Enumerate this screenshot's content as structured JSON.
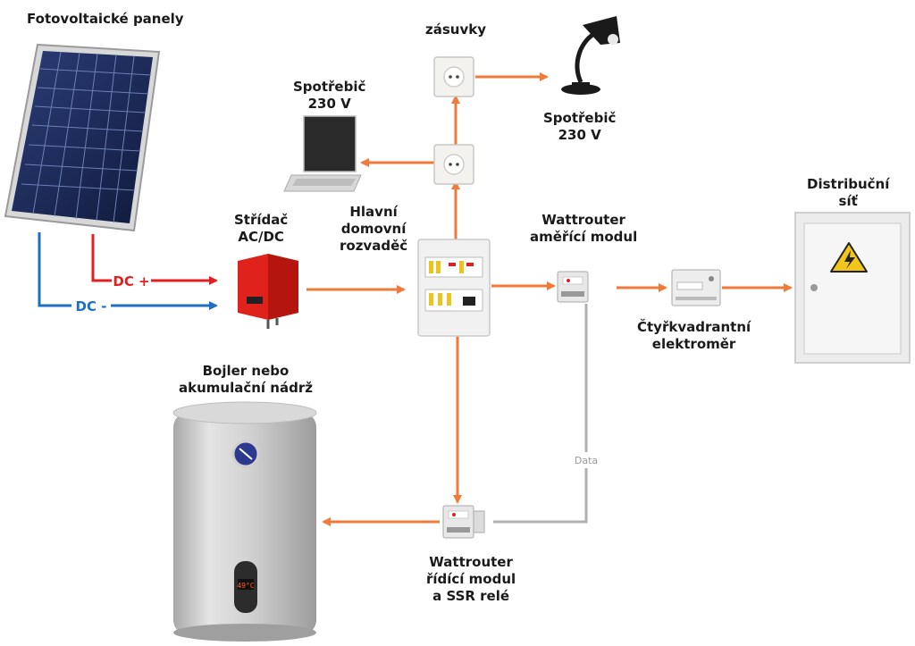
{
  "labels": {
    "pv_panels": "Fotovoltaické panely",
    "sockets": "zásuvky",
    "appliance_left": "Spotřebič\n230 V",
    "appliance_right": "Spotřebič\n230 V",
    "inverter": "Střídač\nAC/DC",
    "main_board": "Hlavní\ndomovní\nrozvaděč",
    "wattrouter_meter": "Wattrouter\naměřící modul",
    "grid": "Distribuční\nsíť",
    "energy_meter": "Čtyřkvadrantní\nelektroměr",
    "boiler": "Bojler nebo\nakumulační nádrž",
    "wattrouter_control": "Wattrouter\nřídící modul\na SSR relé",
    "dc_plus": "DC +",
    "dc_minus": "DC -",
    "data": "Data"
  },
  "boiler_display": "49°C",
  "colors": {
    "power_flow": "#f07a3a",
    "dc_plus": "#e02020",
    "dc_minus": "#1f6fc0",
    "data_line": "#b0b0b0",
    "inverter": "#e0221c",
    "boiler_body": "#c9c9c9"
  },
  "icons": {
    "panel": "solar-panel-icon",
    "laptop": "laptop-icon",
    "lamp": "desk-lamp-icon",
    "socket": "wall-socket-icon",
    "warning": "high-voltage-warning-icon"
  }
}
